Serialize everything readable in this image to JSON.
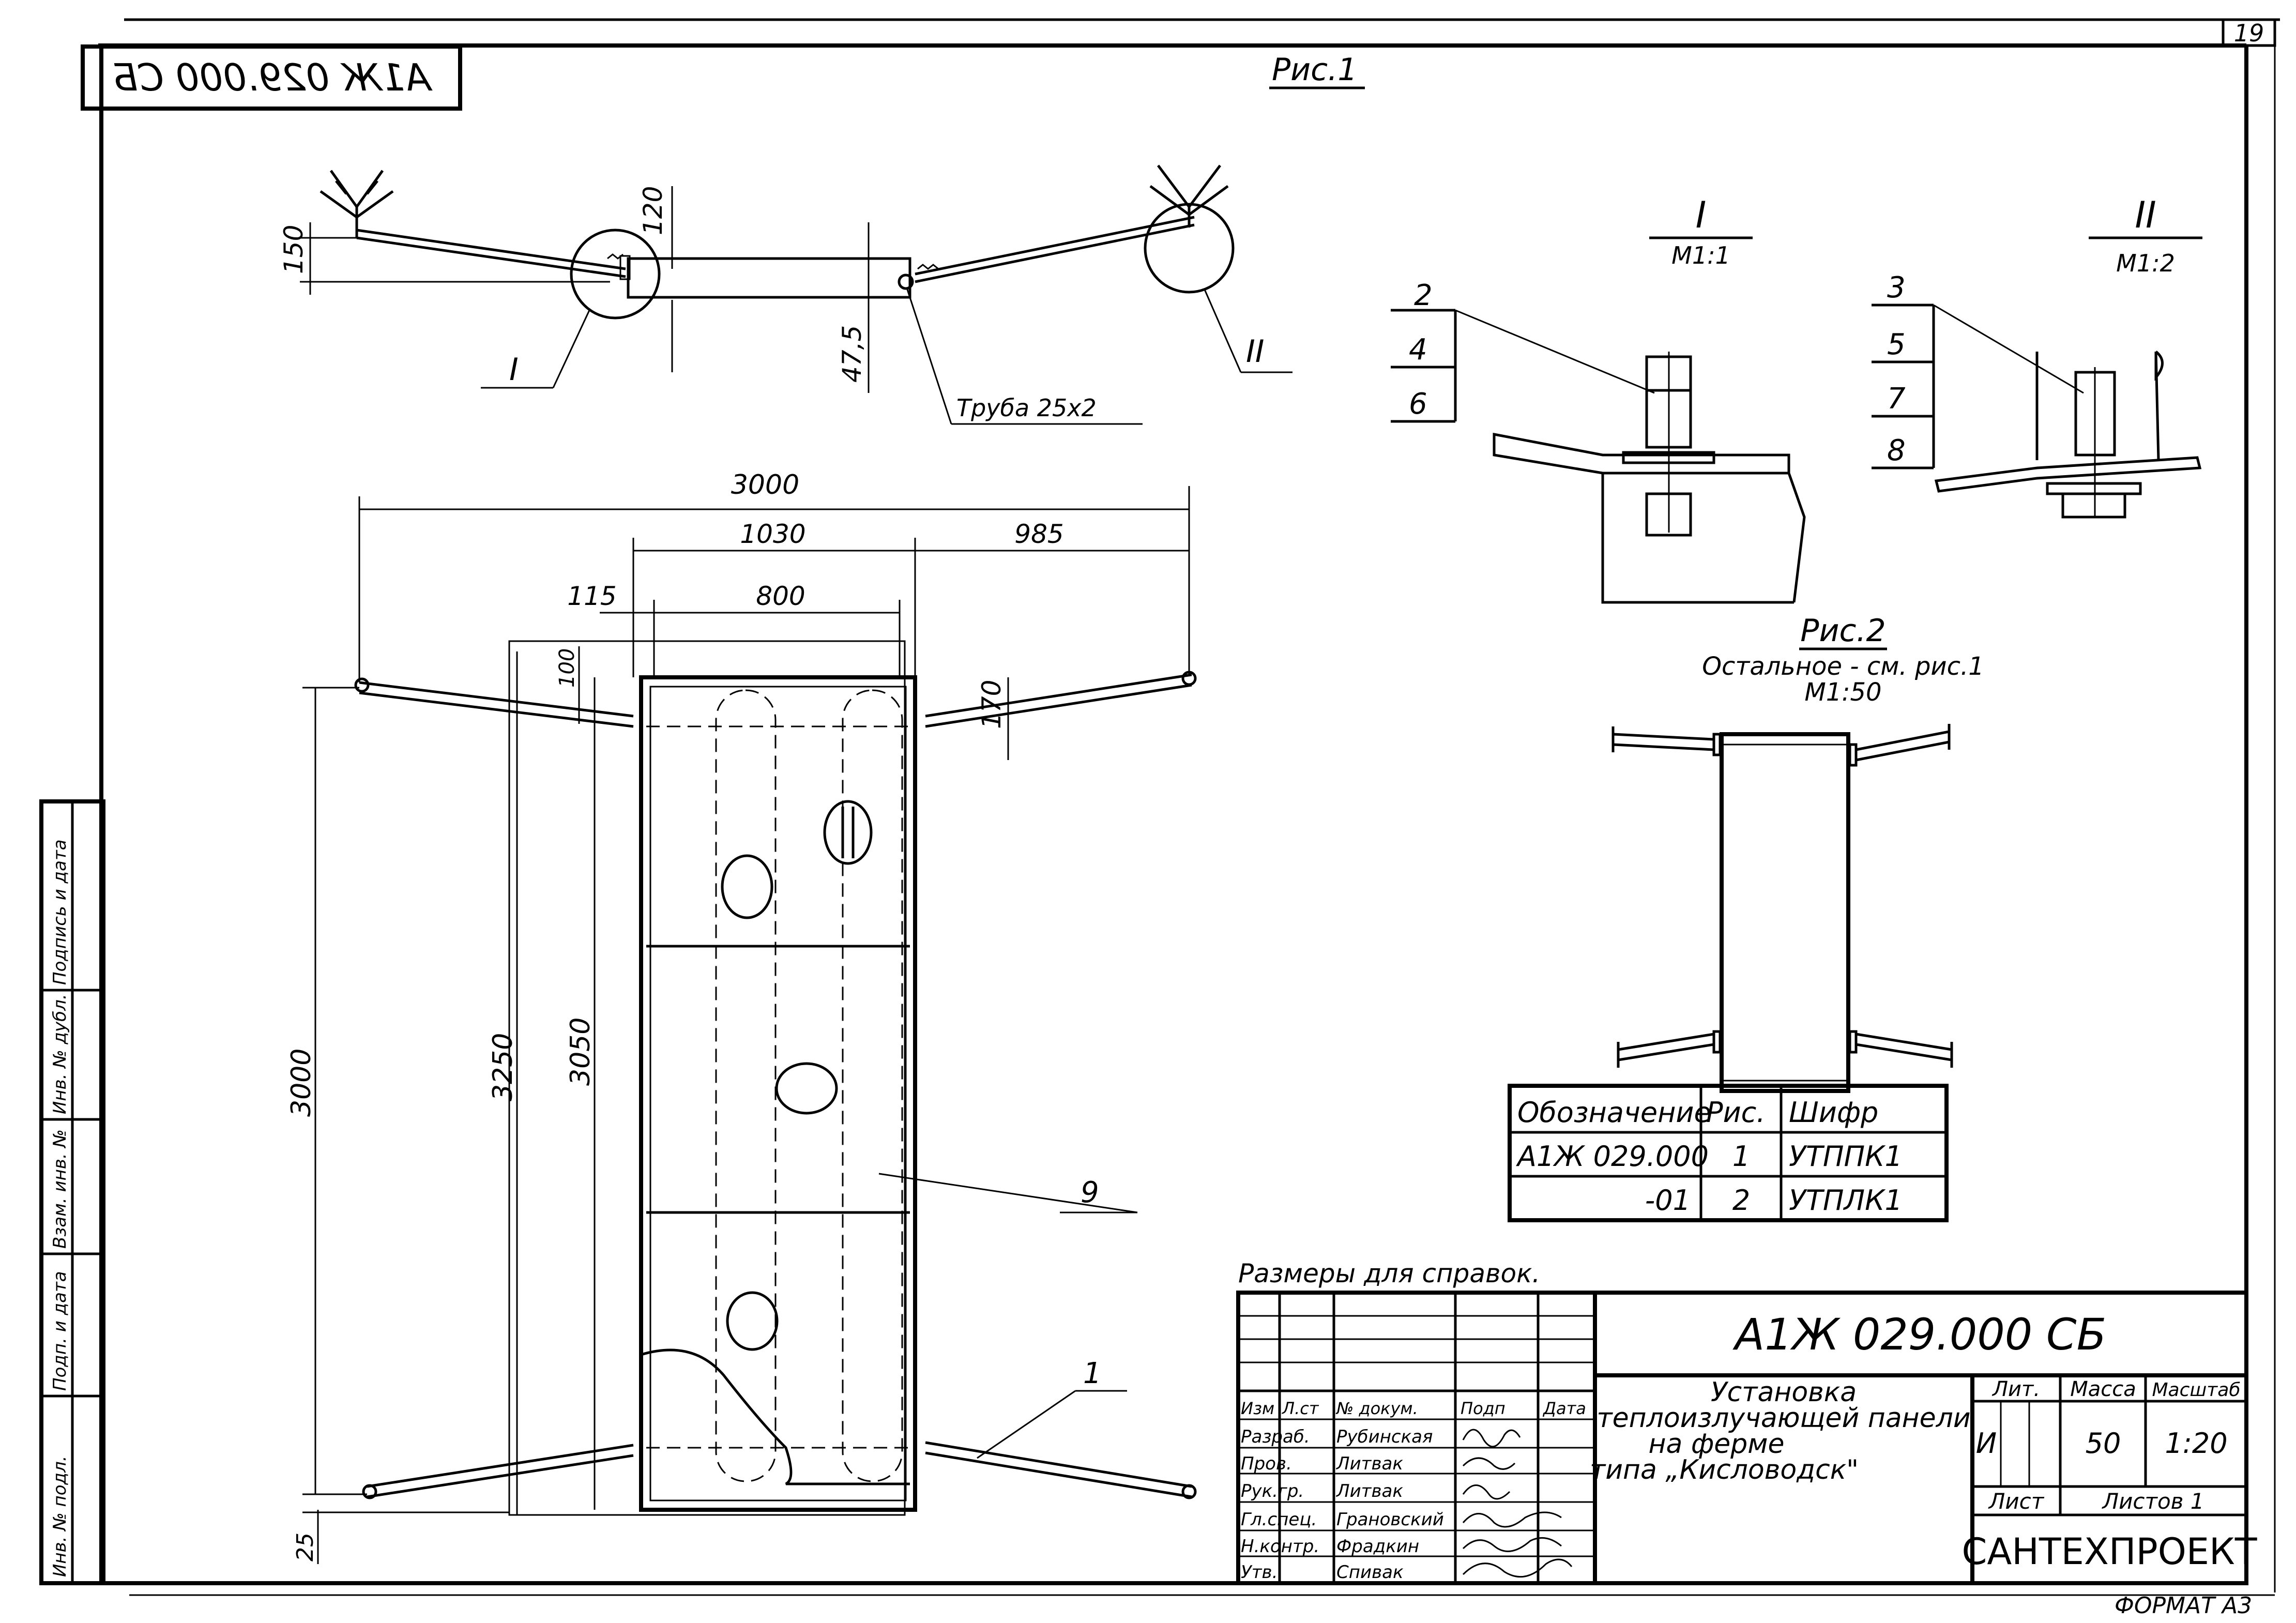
{
  "sheet": {
    "page_number": "19",
    "mirrored_code": "А1Ж 029.000 СБ",
    "format_label": "ФОРМАТ А3"
  },
  "fig1": {
    "title": "Рис.1",
    "dim_150": "150",
    "dim_120": "120",
    "dim_47_5": "47,5",
    "pipe_label": "Труба 25х2",
    "callout_I": "I",
    "callout_II": "II"
  },
  "detail_I": {
    "title": "I",
    "scale": "М1:1",
    "positions": [
      "2",
      "4",
      "6"
    ]
  },
  "detail_II": {
    "title": "II",
    "scale": "М1:2",
    "positions": [
      "3",
      "5",
      "7",
      "8"
    ]
  },
  "plan": {
    "dim_3000_top": "3000",
    "dim_1030": "1030",
    "dim_985": "985",
    "dim_115": "115",
    "dim_800": "800",
    "dim_100": "100",
    "dim_170": "170",
    "dim_3000_side": "3000",
    "dim_3250": "3250",
    "dim_3050": "3050",
    "dim_25": "25",
    "pos_9": "9",
    "pos_1": "1"
  },
  "fig2": {
    "title": "Рис.2",
    "note": "Остальное - см. рис.1",
    "scale": "М1:50"
  },
  "variants_table": {
    "headers": [
      "Обозначение",
      "Рис.",
      "Шифр"
    ],
    "rows": [
      [
        "А1Ж 029.000",
        "1",
        "УТППК1"
      ],
      [
        "-01",
        "2",
        "УТПЛК1"
      ]
    ]
  },
  "note_reference": "Размеры для справок.",
  "left_strip": [
    "Инв. № подл.",
    "Подп. и дата",
    "Взам. инв. №",
    "Инв. № дубл.",
    "Подпись и дата"
  ],
  "title_block": {
    "code": "А1Ж 029.000 СБ",
    "title_lines": [
      "Установка",
      "теплоизлучающей панели",
      "на ферме",
      "типа „Кисловодск\""
    ],
    "header_cols": [
      "Изм",
      "Л.ст",
      "№ докум.",
      "Подп",
      "Дата"
    ],
    "roles": [
      {
        "role": "Разраб.",
        "name": "Рубинская"
      },
      {
        "role": "Пров.",
        "name": "Литвак"
      },
      {
        "role": "Рук.гр.",
        "name": "Литвак"
      },
      {
        "role": "Гл.спец.",
        "name": "Грановский"
      },
      {
        "role": "Н.контр.",
        "name": "Фрадкин"
      },
      {
        "role": "Утв.",
        "name": "Спивак"
      }
    ],
    "lit_label": "Лит.",
    "lit_value": "И",
    "mass_label": "Масса",
    "mass_value": "50",
    "scale_label": "Масштаб",
    "scale_value": "1:20",
    "sheet_label": "Лист",
    "sheets_label": "Листов 1",
    "org": "САНТЕХПРОЕКТ"
  }
}
